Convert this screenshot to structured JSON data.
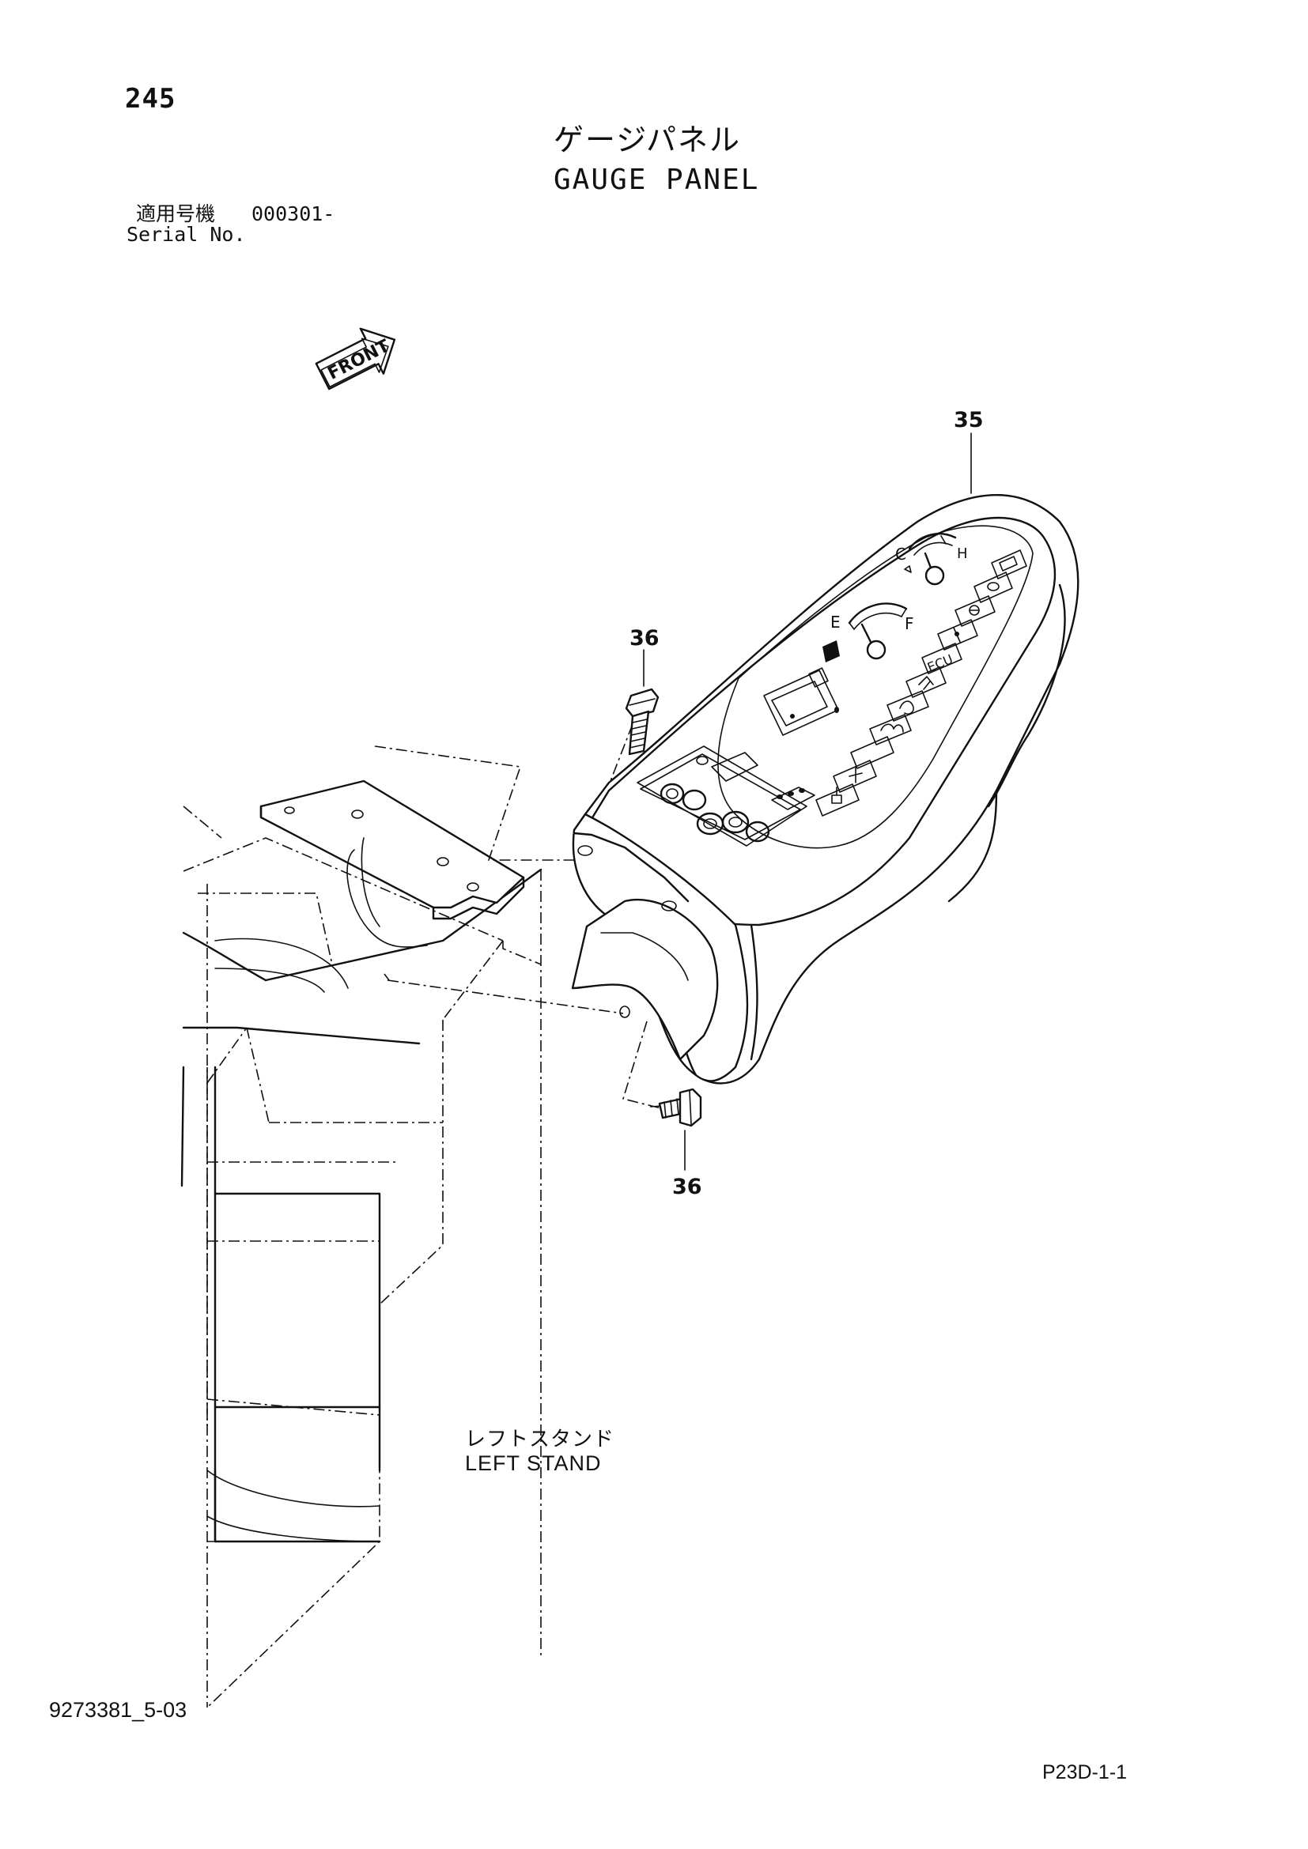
{
  "header": {
    "page_number": "245",
    "title_jp": "ゲージパネル",
    "title_en": "GAUGE PANEL"
  },
  "serial": {
    "label_jp": "適用号機",
    "value": "000301-",
    "label_en": "Serial No."
  },
  "diagram": {
    "front_arrow_label": "FRONT",
    "callouts": {
      "gauge_panel": "35",
      "bolt_upper": "36",
      "bolt_lower": "36"
    },
    "gauges": {
      "temp_cold": "C",
      "temp_hot": "H",
      "fuel_empty": "E",
      "fuel_full": "F"
    },
    "indicator_labels": {
      "ecu": "ECU"
    },
    "left_stand_jp": "レフトスタンド",
    "left_stand_en": "LEFT STAND"
  },
  "footer": {
    "doc_id": "9273381_5-03",
    "page_code": "P23D-1-1"
  }
}
